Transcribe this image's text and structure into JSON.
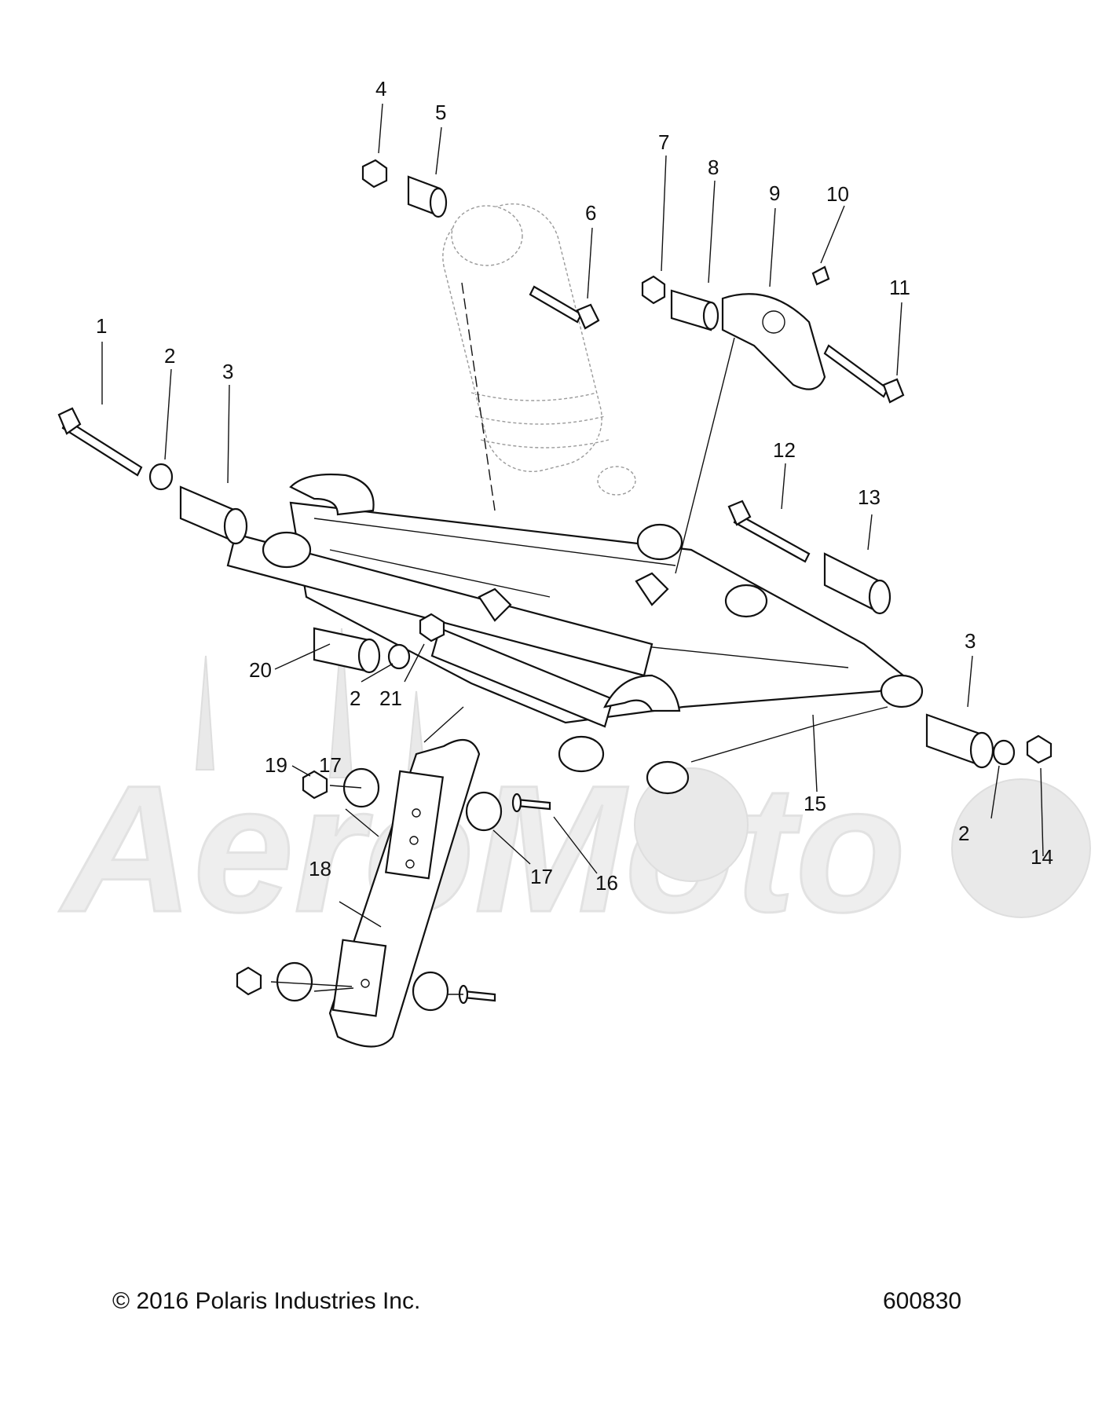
{
  "callouts": [
    "1",
    "2",
    "3",
    "4",
    "5",
    "6",
    "7",
    "8",
    "9",
    "10",
    "11",
    "12",
    "13",
    "14",
    "15",
    "16",
    "17",
    "18",
    "19",
    "20",
    "21"
  ],
  "footer": {
    "copyright": "© 2016 Polaris Industries Inc.",
    "diagram_id": "600830"
  },
  "watermark": {
    "text": "AeroMoto"
  },
  "colors": {
    "line": "#111111",
    "watermark": "#e9e9e9"
  }
}
